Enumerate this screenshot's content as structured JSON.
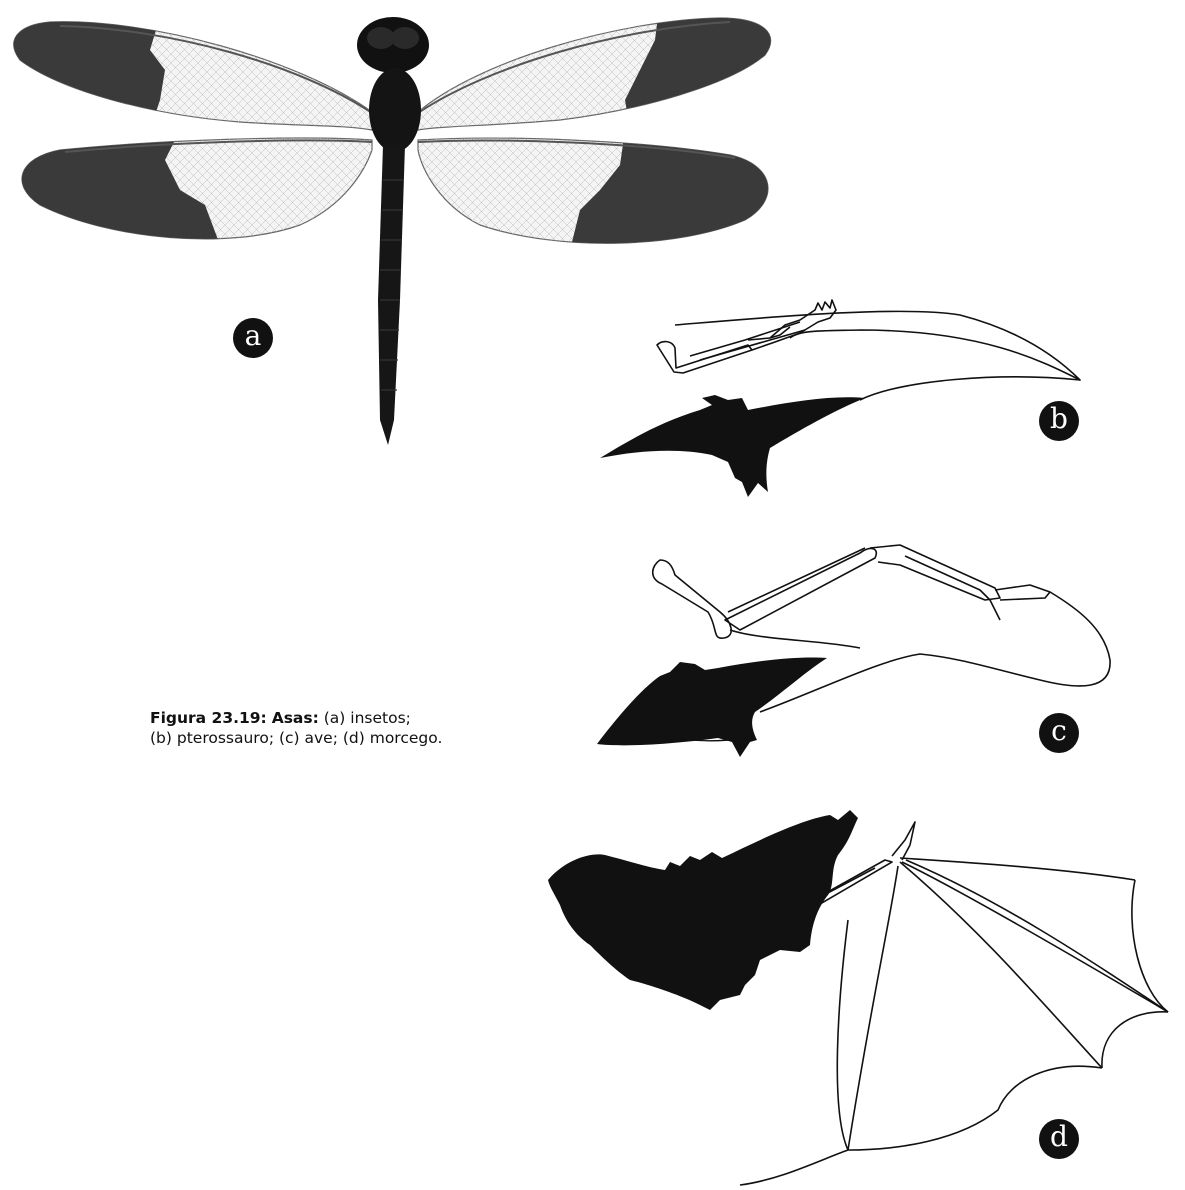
{
  "labels": {
    "a": "a",
    "b": "b",
    "c": "c",
    "d": "d"
  },
  "caption": {
    "figure": "Figura 23.19:",
    "title": "Asas:",
    "line1_rest": "(a) insetos;",
    "line2": "(b) pterossauro; (c) ave; (d) morcego."
  },
  "colors": {
    "ink": "#111111",
    "wing_dark": "#3a3a3a",
    "wing_clear": "#f4f4f4",
    "vein": "#9a9a9a"
  }
}
